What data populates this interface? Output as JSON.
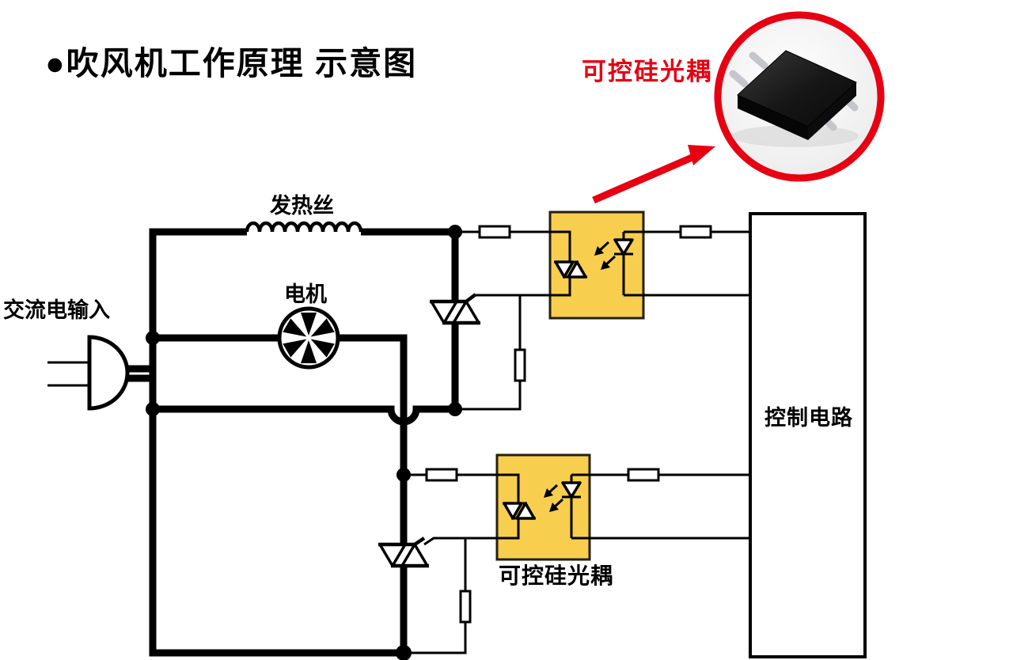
{
  "title": "●吹风机工作原理 示意图",
  "labels": {
    "ac_input": "交流电输入",
    "heating_wire": "发热丝",
    "motor": "电机",
    "optocoupler_callout": "可控硅光耦",
    "optocoupler_label": "可控硅光耦",
    "control_circuit": "控制电路"
  },
  "colors": {
    "wire": "#000000",
    "background": "#ffffff",
    "optocoupler_fill": "#f8ce4e",
    "optocoupler_border": "#231f12",
    "callout_red": "#e60012",
    "chip_body": "#141414",
    "chip_pin": "#c3c7cb"
  }
}
